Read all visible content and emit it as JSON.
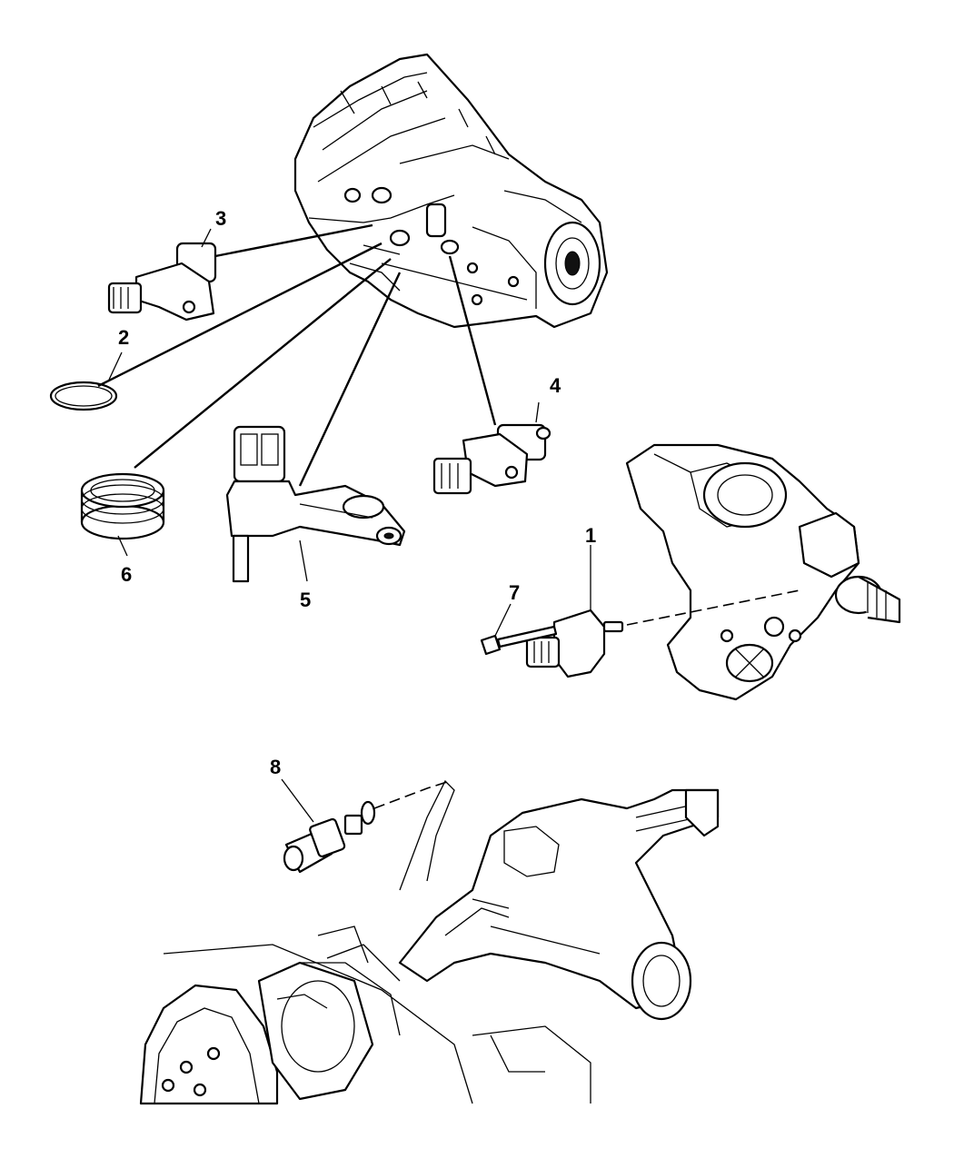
{
  "callouts": [
    {
      "id": "1",
      "label": "1"
    },
    {
      "id": "2",
      "label": "2"
    },
    {
      "id": "3",
      "label": "3"
    },
    {
      "id": "4",
      "label": "4"
    },
    {
      "id": "5",
      "label": "5"
    },
    {
      "id": "6",
      "label": "6"
    },
    {
      "id": "7",
      "label": "7"
    },
    {
      "id": "8",
      "label": "8"
    }
  ],
  "icons": [
    "transmission-housing-icon",
    "transfer-case-icon",
    "rear-axle-icon",
    "brake-drum-icon",
    "sensor-icon",
    "o-ring-icon",
    "seal-icon",
    "bolt-icon"
  ]
}
